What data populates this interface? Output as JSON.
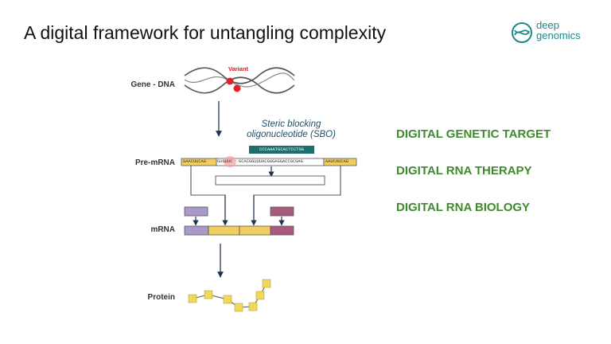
{
  "slide": {
    "title": "A digital framework for untangling complexity"
  },
  "logo": {
    "line1": "deep",
    "line2": "genomics",
    "color": "#1c8a8a"
  },
  "diagram": {
    "stages": {
      "dna": "Gene - DNA",
      "pre_mrna": "Pre-mRNA",
      "mrna": "mRNA",
      "protein": "Protein"
    },
    "variant_label": "Variant",
    "sbo_title_line1": "Steric blocking",
    "sbo_title_line2": "oligonucleotide (SBO)",
    "sbo_sequence": "CCCAAATGCACTCCTGG",
    "pre_mrna_seq": {
      "left_exon": "GAACUUCAG",
      "intron_a": "GUGUUC",
      "intron_b": "GCACGGUUUACGUGAGGACCGCGAG",
      "right_exon": "AAUCAUCAG"
    },
    "colors": {
      "exon_purple": "#a99ac9",
      "exon_yellow": "#f1cf5f",
      "exon_mauve": "#a85a7e",
      "variant_red": "#e0202a"
    }
  },
  "claims": [
    "DIGITAL GENETIC TARGET",
    "DIGITAL RNA THERAPY",
    "DIGITAL RNA BIOLOGY"
  ]
}
